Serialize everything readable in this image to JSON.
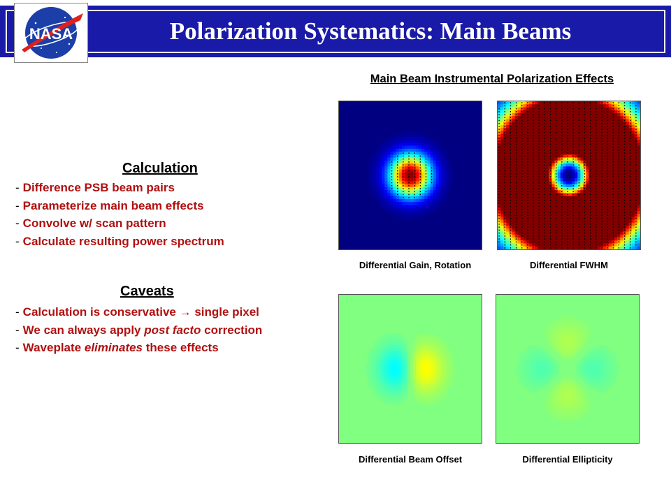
{
  "slide": {
    "title": "Polarization  Systematics:   Main Beams",
    "logo_text": "NASA"
  },
  "calculation": {
    "heading": "Calculation",
    "items": [
      "Difference PSB beam pairs",
      "Parameterize main beam effects",
      "Convolve  w/ scan pattern",
      "Calculate resulting power spectrum"
    ]
  },
  "caveats": {
    "heading": "Caveats",
    "items": [
      {
        "before": "Calculation is conservative → single pixel",
        "emph": "",
        "after": ""
      },
      {
        "before": "We can always apply ",
        "emph": "post facto",
        "after": " correction"
      },
      {
        "before": "Waveplate ",
        "emph": "eliminates",
        "after": " these effects"
      }
    ]
  },
  "figure": {
    "heading": "Main Beam Instrumental Polarization Effects",
    "panels": [
      {
        "caption": "Differential Gain, Rotation",
        "pattern": "gain"
      },
      {
        "caption": "Differential FWHM",
        "pattern": "fwhm"
      },
      {
        "caption": "Differential Beam Offset",
        "pattern": "offset"
      },
      {
        "caption": "Differential Ellipticity",
        "pattern": "ellipticity"
      }
    ]
  },
  "colors": {
    "title_bar": "#1a1aa8",
    "bullet_text": "#b01010",
    "colormap_low": "#00008f",
    "colormap_mid": "#7fff7f",
    "colormap_high": "#8f0000"
  }
}
